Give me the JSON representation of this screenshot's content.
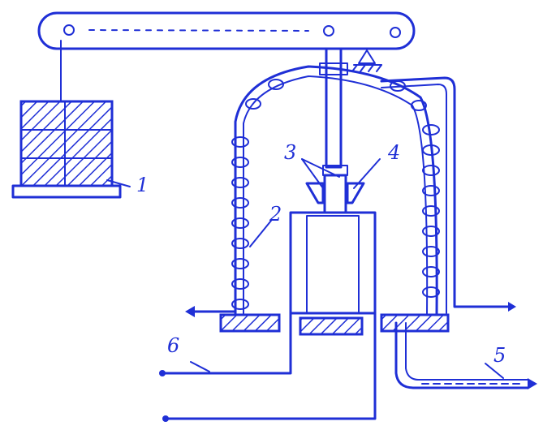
{
  "colors": {
    "ink": "#1f2fd6",
    "background": "#ffffff"
  },
  "labels": {
    "l1": "1",
    "l2": "2",
    "l3": "3",
    "l4": "4",
    "l5": "5",
    "l6": "6"
  }
}
